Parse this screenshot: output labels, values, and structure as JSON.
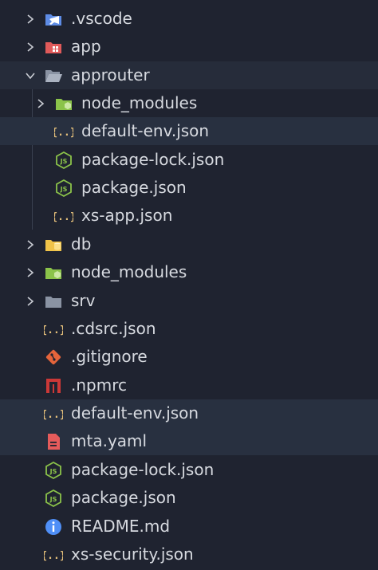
{
  "explorer": {
    "items": [
      {
        "label": ".vscode",
        "icon": "folder-vscode-icon",
        "type": "folder",
        "expanded": false
      },
      {
        "label": "app",
        "icon": "folder-app-icon",
        "type": "folder",
        "expanded": false
      },
      {
        "label": "approuter",
        "icon": "folder-open-icon",
        "type": "folder",
        "expanded": true
      },
      {
        "label": "node_modules",
        "icon": "folder-node-icon",
        "type": "folder",
        "expanded": false
      },
      {
        "label": "default-env.json",
        "icon": "json-icon",
        "type": "file"
      },
      {
        "label": "package-lock.json",
        "icon": "nodejs-icon",
        "type": "file"
      },
      {
        "label": "package.json",
        "icon": "nodejs-icon",
        "type": "file"
      },
      {
        "label": "xs-app.json",
        "icon": "json-icon",
        "type": "file"
      },
      {
        "label": "db",
        "icon": "folder-db-icon",
        "type": "folder",
        "expanded": false
      },
      {
        "label": "node_modules",
        "icon": "folder-node-icon",
        "type": "folder",
        "expanded": false
      },
      {
        "label": "srv",
        "icon": "folder-icon",
        "type": "folder",
        "expanded": false
      },
      {
        "label": ".cdsrc.json",
        "icon": "json-icon",
        "type": "file"
      },
      {
        "label": ".gitignore",
        "icon": "git-icon",
        "type": "file"
      },
      {
        "label": ".npmrc",
        "icon": "npm-icon",
        "type": "file"
      },
      {
        "label": "default-env.json",
        "icon": "json-icon",
        "type": "file"
      },
      {
        "label": "mta.yaml",
        "icon": "yaml-icon",
        "type": "file"
      },
      {
        "label": "package-lock.json",
        "icon": "nodejs-icon",
        "type": "file"
      },
      {
        "label": "package.json",
        "icon": "nodejs-icon",
        "type": "file"
      },
      {
        "label": "README.md",
        "icon": "info-icon",
        "type": "file"
      },
      {
        "label": "xs-security.json",
        "icon": "json-icon",
        "type": "file"
      }
    ]
  },
  "colors": {
    "background": "#1f2330",
    "highlight": "#283040",
    "text": "#d7dae0",
    "json_yellow": "#e5c07b",
    "node_green": "#8bc34a",
    "git_orange": "#e4643b",
    "npm_red": "#cb3837",
    "yaml_red": "#e55b5b",
    "info_blue": "#4f8ff7",
    "vscode_blue": "#5e8ce6"
  }
}
